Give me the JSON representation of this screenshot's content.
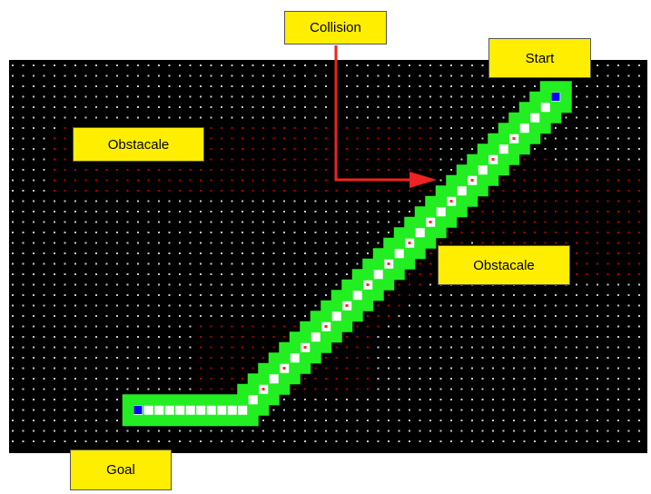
{
  "colors": {
    "background": "#000000",
    "grid_dot": "#c8c8c8",
    "obstacle_dot": "#b00000",
    "path_fill": "#22ee22",
    "path_center": "#ffffff",
    "endpoint": "#0000ff",
    "collision_dot": "#ff2a2a",
    "arrow": "#ee2222",
    "label_bg": "#ffee00"
  },
  "labels": {
    "collision": "Collision",
    "start": "Start",
    "goal": "Goal",
    "obstacle_1": "Obstacale",
    "obstacle_2": "Obstacale"
  },
  "icons": {
    "start_marker": "blue-square",
    "goal_marker": "blue-square",
    "collision_arrow": "red-elbow-arrow"
  }
}
